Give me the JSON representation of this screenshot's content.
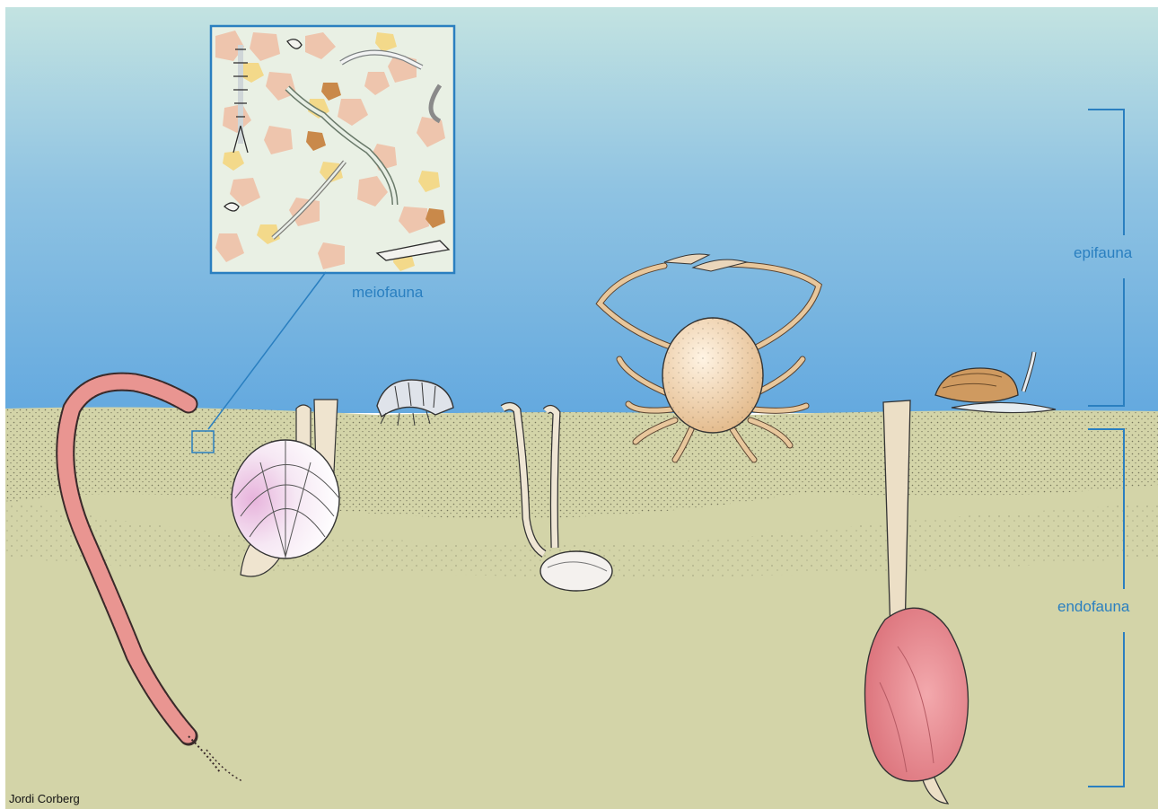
{
  "labels": {
    "meiofauna": "meiofauna",
    "epifauna": "epifauna",
    "endofauna": "endofauna"
  },
  "credit": "Jordi Corberg",
  "colors": {
    "water_top": "#bfe2e2",
    "water_bottom": "#6aaee0",
    "sediment": "#d3d4a8",
    "label_blue": "#2a7fc0"
  },
  "icons": {
    "worm": "polychaete-worm-icon",
    "cockle": "cockle-shell-icon",
    "amphipod": "amphipod-icon",
    "tellin": "tellin-clam-icon",
    "crab": "spider-crab-icon",
    "snail": "whelk-snail-icon",
    "razor": "razor-clam-icon"
  }
}
